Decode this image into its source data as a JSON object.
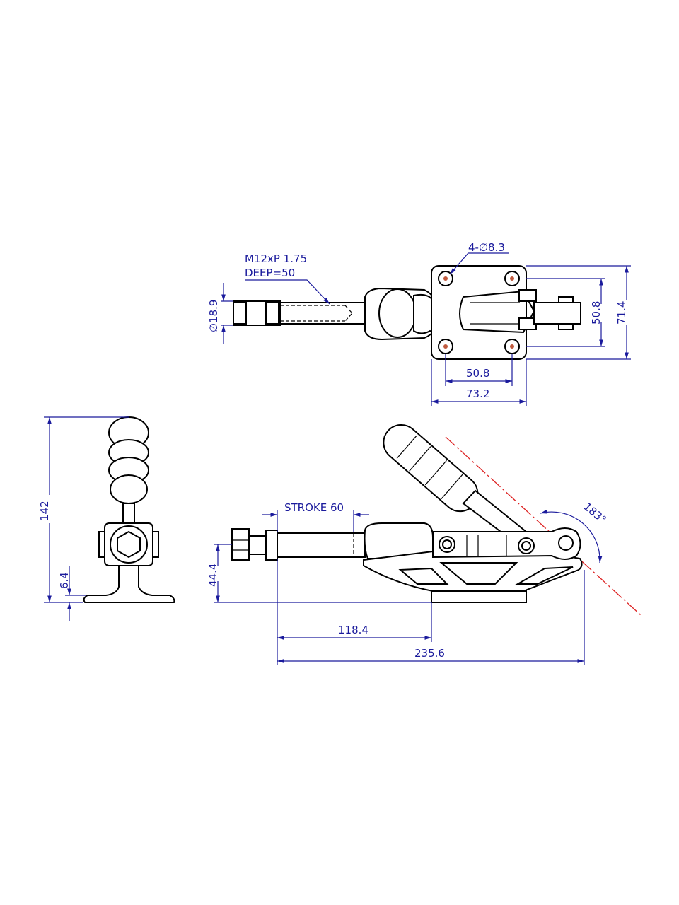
{
  "labels": {
    "thread": "M12xP 1.75",
    "deep": "DEEP=50",
    "holes": "4-∅8.3",
    "dia_rod": "∅18.9",
    "top_508_h": "50.8",
    "top_508_v": "50.8",
    "top_714": "71.4",
    "top_732": "73.2",
    "stroke": "STROKE 60",
    "angle": "183°",
    "side_142": "142",
    "side_64": "6.4",
    "front_444": "44.4",
    "front_1184": "118.4",
    "front_2356": "235.6"
  },
  "colors": {
    "dimension": "#1a1a9c",
    "centerline": "#dd2222",
    "outline": "#000000"
  }
}
